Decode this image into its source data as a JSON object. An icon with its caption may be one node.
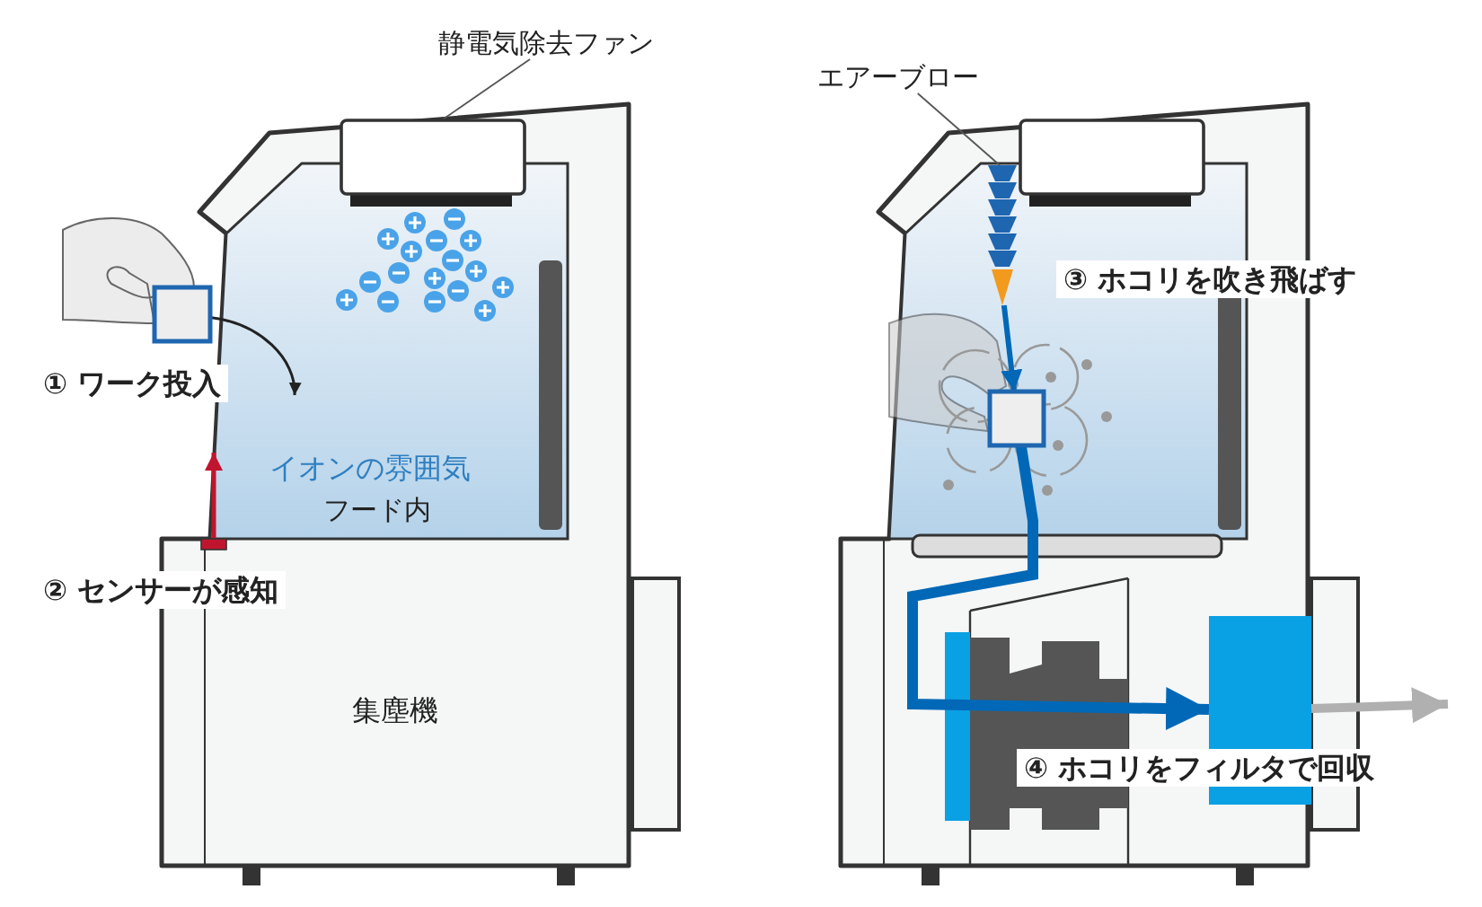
{
  "diagram": {
    "nodes": [
      {
        "text": [
          "静電気除去ファン"
        ]
      },
      {
        "text": [],
        "shape": "box"
      },
      {
        "text": [
          "エアーブロー"
        ]
      },
      {
        "text": [],
        "shape": "picture"
      },
      {
        "text": [],
        "shape": "box"
      },
      {
        "text": [],
        "shape": "bar"
      },
      {
        "text": [],
        "shape": "box"
      },
      {
        "text": [],
        "shape": "box"
      }
    ],
    "edges": [
      {
        "from": 0,
        "to": 1,
        "arrow": "none"
      },
      {
        "from": 2,
        "to": 3,
        "arrow": "none"
      },
      {
        "from": 4,
        "to": null,
        "arrow": "to"
      },
      {
        "from": 5,
        "to": null,
        "arrow": "to",
        "color": "#c0152f"
      },
      {
        "from": 3,
        "to": 6,
        "arrow": "to",
        "color": "#0068b7"
      },
      {
        "from": 6,
        "to": 7,
        "arrow": "to",
        "color": "#0068b7",
        "style": "thick"
      },
      {
        "from": 7,
        "to": null,
        "arrow": "to",
        "color": "#b0b0b0",
        "style": "thick"
      }
    ],
    "labels": [
      "① ワーク投入",
      "イオンの雰囲気",
      "フード内",
      "② センサーが感知",
      "集塵機",
      "③ ホコリを吹き飛ばす",
      "④ ホコリをフィルタで回収"
    ]
  }
}
